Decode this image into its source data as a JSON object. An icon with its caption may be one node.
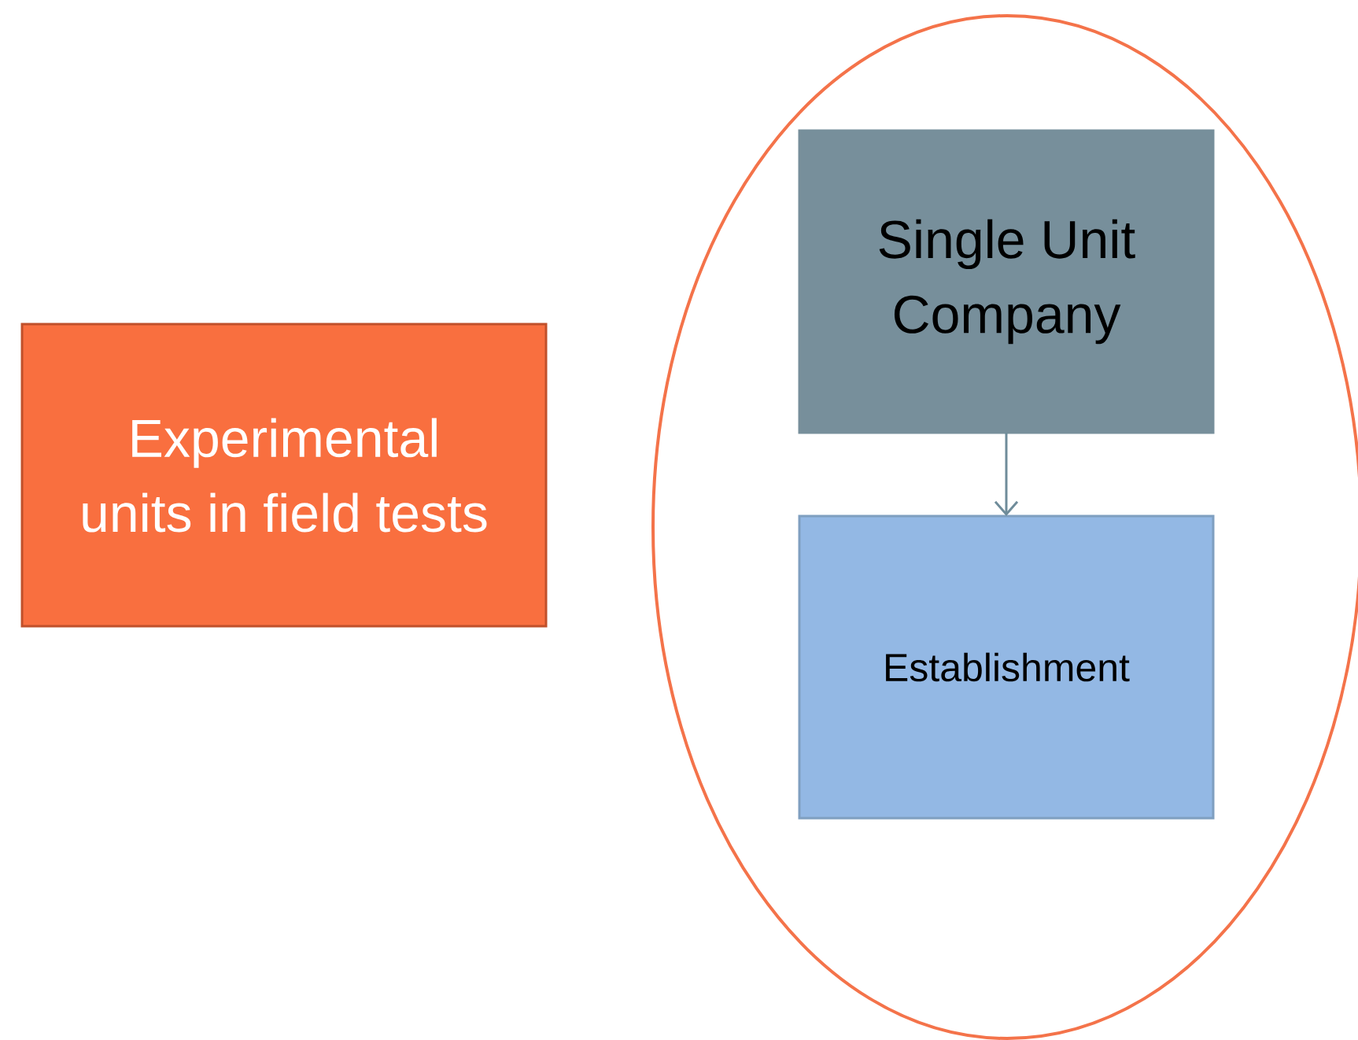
{
  "diagram": {
    "nodes": [
      {
        "text": [
          "Experimental units in field tests"
        ]
      },
      {
        "text": [],
        "shape": "ellipse"
      },
      {
        "text": [
          "Single Unit Company"
        ],
        "in": 1
      },
      {
        "text": [
          "Establishment"
        ],
        "in": 1
      }
    ],
    "edges": [
      {
        "from": 2,
        "to": 3,
        "arrow": "to"
      }
    ]
  }
}
